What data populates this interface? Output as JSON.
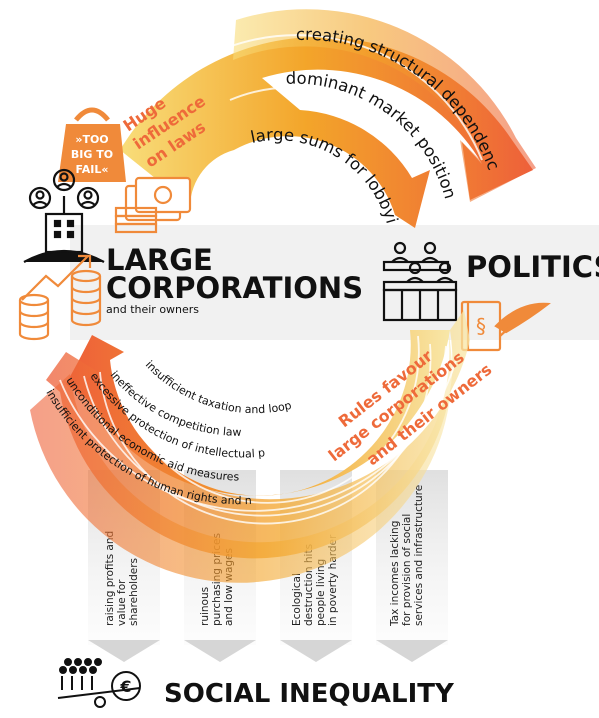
{
  "top_arc": {
    "labels": [
      "creating structural dependence",
      "dominant market position",
      "large sums for lobbying"
    ],
    "callout": [
      "Huge",
      "influence",
      "on laws"
    ]
  },
  "badge": [
    "»TOO",
    "BIG TO",
    "FAIL«"
  ],
  "large_corporations": {
    "line1": "LARGE",
    "line2": "CORPORATIONS",
    "subtitle": "and their owners"
  },
  "politics": {
    "title": "POLITICS"
  },
  "bottom_arc": {
    "labels": [
      "insufficient taxation and loop holes",
      "ineffective competition law",
      "excessive protection of intellectual property",
      "unconditional economic aid measures",
      "insufficient protection of human rights and nature"
    ],
    "callout": [
      "Rules favour",
      "large corporations",
      "and their owners"
    ]
  },
  "impacts": [
    [
      "raising profits and",
      "value for",
      "shareholders"
    ],
    [
      "ruinous",
      "purchasing prices",
      "and low wages"
    ],
    [
      "Ecological",
      "destruction hits",
      "people living",
      "in poverty harder"
    ],
    [
      "Tax incomes lacking",
      "for provision of social",
      "services and infrastructure"
    ]
  ],
  "social_inequality": {
    "title": "SOCIAL INEQUALITY"
  },
  "colors": {
    "orange": "#ee6a3a",
    "amber": "#f3a52a",
    "yellow": "#f7d26b",
    "ink": "#111111"
  }
}
